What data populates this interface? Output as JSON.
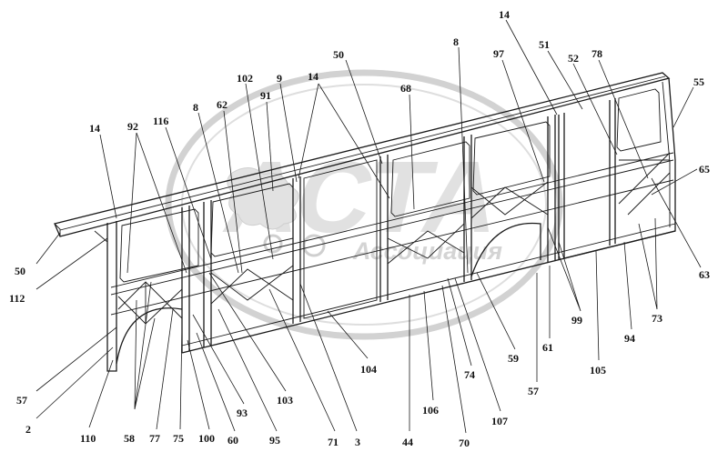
{
  "watermark": {
    "brand": "АСТА",
    "subtitle": "Ассоциация",
    "color": "#c8c8c8"
  },
  "callouts": [
    {
      "id": "c-14-left",
      "text": "14"
    },
    {
      "id": "c-92",
      "text": "92"
    },
    {
      "id": "c-116",
      "text": "116"
    },
    {
      "id": "c-8-left",
      "text": "8"
    },
    {
      "id": "c-62",
      "text": "62"
    },
    {
      "id": "c-102",
      "text": "102"
    },
    {
      "id": "c-91",
      "text": "91"
    },
    {
      "id": "c-9",
      "text": "9"
    },
    {
      "id": "c-14-mid",
      "text": "14"
    },
    {
      "id": "c-50-top",
      "text": "50"
    },
    {
      "id": "c-68",
      "text": "68"
    },
    {
      "id": "c-8-right",
      "text": "8"
    },
    {
      "id": "c-97",
      "text": "97"
    },
    {
      "id": "c-14-right",
      "text": "14"
    },
    {
      "id": "c-51",
      "text": "51"
    },
    {
      "id": "c-52",
      "text": "52"
    },
    {
      "id": "c-78",
      "text": "78"
    },
    {
      "id": "c-55",
      "text": "55"
    },
    {
      "id": "c-65",
      "text": "65"
    },
    {
      "id": "c-63",
      "text": "63"
    },
    {
      "id": "c-73",
      "text": "73"
    },
    {
      "id": "c-94",
      "text": "94"
    },
    {
      "id": "c-105",
      "text": "105"
    },
    {
      "id": "c-99",
      "text": "99"
    },
    {
      "id": "c-61",
      "text": "61"
    },
    {
      "id": "c-57-right",
      "text": "57"
    },
    {
      "id": "c-59",
      "text": "59"
    },
    {
      "id": "c-107",
      "text": "107"
    },
    {
      "id": "c-74",
      "text": "74"
    },
    {
      "id": "c-70",
      "text": "70"
    },
    {
      "id": "c-106",
      "text": "106"
    },
    {
      "id": "c-44",
      "text": "44"
    },
    {
      "id": "c-104",
      "text": "104"
    },
    {
      "id": "c-3",
      "text": "3"
    },
    {
      "id": "c-71",
      "text": "71"
    },
    {
      "id": "c-103",
      "text": "103"
    },
    {
      "id": "c-95",
      "text": "95"
    },
    {
      "id": "c-93",
      "text": "93"
    },
    {
      "id": "c-60",
      "text": "60"
    },
    {
      "id": "c-100",
      "text": "100"
    },
    {
      "id": "c-75",
      "text": "75"
    },
    {
      "id": "c-77",
      "text": "77"
    },
    {
      "id": "c-58",
      "text": "58"
    },
    {
      "id": "c-110",
      "text": "110"
    },
    {
      "id": "c-2",
      "text": "2"
    },
    {
      "id": "c-57-left",
      "text": "57"
    },
    {
      "id": "c-112",
      "text": "112"
    },
    {
      "id": "c-50-left",
      "text": "50"
    }
  ]
}
